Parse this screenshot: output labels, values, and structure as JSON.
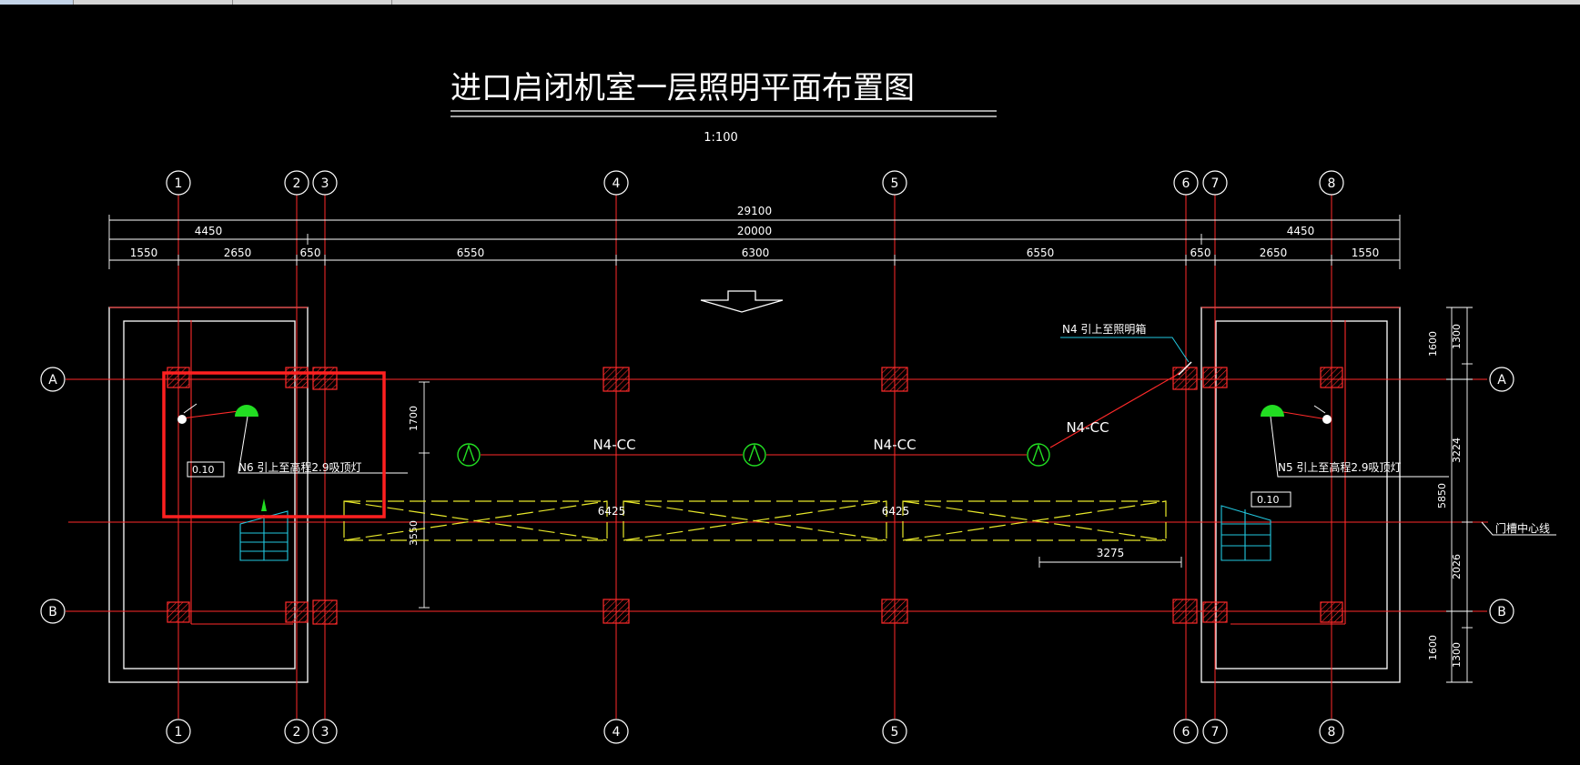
{
  "title": "进口启闭机室一层照明平面布置图",
  "scale": "1:100",
  "axes_vertical": [
    "1",
    "2",
    "3",
    "4",
    "5",
    "6",
    "7",
    "8"
  ],
  "axes_horizontal": [
    "A",
    "B"
  ],
  "dims_top": {
    "total": "29100",
    "row2": [
      "4450",
      "20000",
      "4450"
    ],
    "row3": [
      "1550",
      "2650",
      "650",
      "6550",
      "6300",
      "6550",
      "650",
      "2650",
      "1550"
    ]
  },
  "dims_right": [
    "1600",
    "1300",
    "3224",
    "5850",
    "2026",
    "1600",
    "1300"
  ],
  "dim_1700": "1700",
  "dim_3550": "3550",
  "dim_3275": "3275",
  "beam_labels": [
    "6425",
    "6425"
  ],
  "circuit_labels": [
    "N4-CC",
    "N4-CC",
    "N4-CC"
  ],
  "note_n4": "N4 引上至照明箱",
  "note_n6": "N6 引上至高程2.9吸顶灯",
  "note_n5": "N5 引上至高程2.9吸顶灯",
  "elev_left": "0.10",
  "elev_right": "0.10",
  "gate_center": "门槽中心线",
  "colors": {
    "axis": "#ff2a2a",
    "wall": "#ffffff",
    "beam": "#e8e82a",
    "light": "#22dd22",
    "stair": "#22c8e0",
    "highlight": "#ff2020"
  }
}
